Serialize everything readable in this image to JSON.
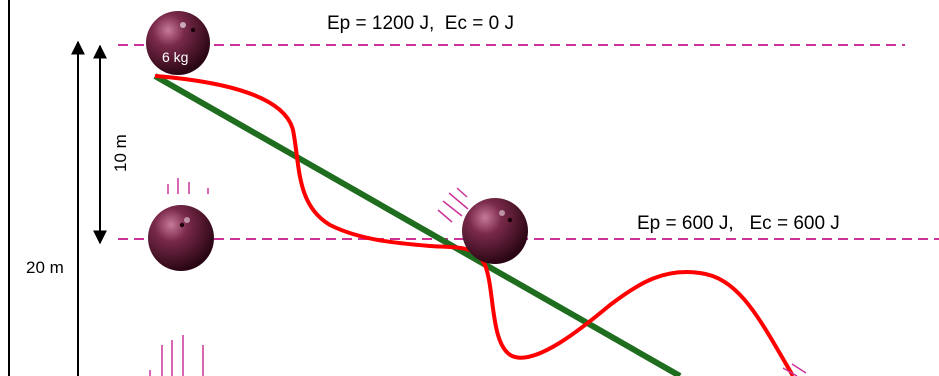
{
  "energy_top": "Ep = 1200 J,  Ec = 0 J",
  "energy_middle": "Ep = 600 J,   Ec = 600 J",
  "height_total": "20 m",
  "height_half": "10 m",
  "mass": "6 kg",
  "colors": {
    "dashed_line": "#cc3399",
    "straight_ramp": "#1f6e1f",
    "curved_track": "#ff0000",
    "ball": "#6a1a3a",
    "arrow": "#000000"
  }
}
